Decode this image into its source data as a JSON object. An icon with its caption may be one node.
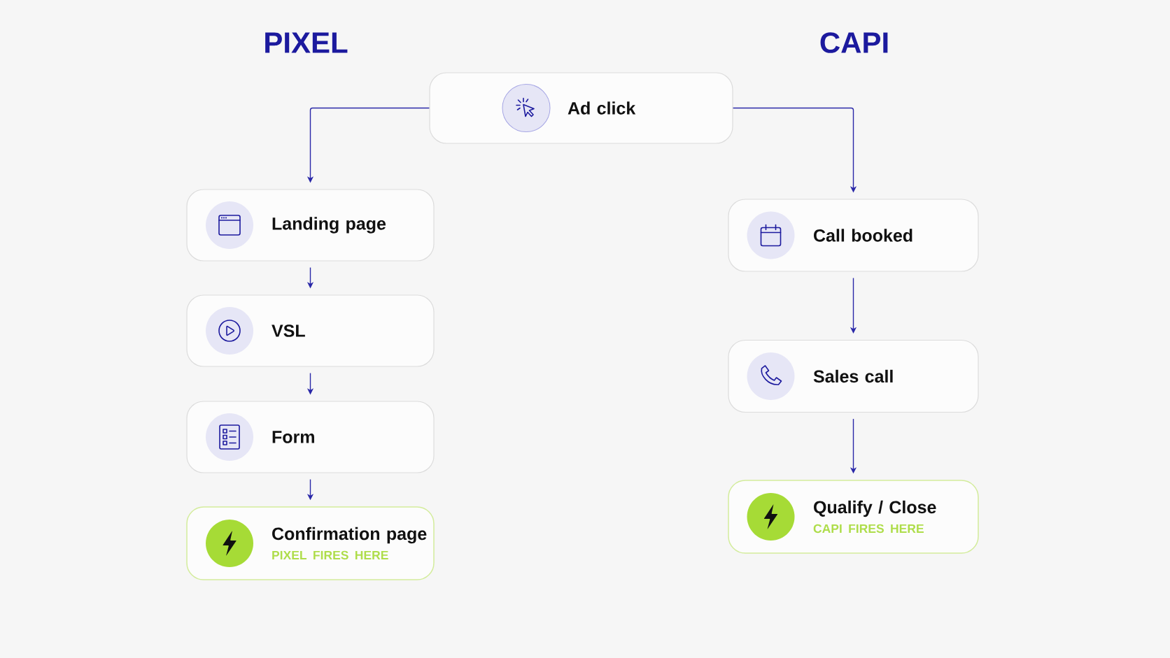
{
  "diagram": {
    "nodes": [
      {
        "text": [
          "Ad click"
        ]
      },
      {
        "text": [
          "Landing page"
        ]
      },
      {
        "text": [
          "VSL"
        ]
      },
      {
        "text": [
          "Form"
        ]
      },
      {
        "text": [
          "Confirmation page",
          "PIXEL FIRES HERE"
        ]
      },
      {
        "text": [
          "Call booked"
        ]
      },
      {
        "text": [
          "Sales call"
        ]
      },
      {
        "text": [
          "Qualify / Close",
          "CAPI FIRES HERE"
        ]
      }
    ],
    "edges": [
      {
        "from": 0,
        "to": 1,
        "arrow": "to"
      },
      {
        "from": 1,
        "to": 2,
        "arrow": "to"
      },
      {
        "from": 2,
        "to": 3,
        "arrow": "to"
      },
      {
        "from": 3,
        "to": 4,
        "arrow": "to"
      },
      {
        "from": 0,
        "to": 5,
        "arrow": "to"
      },
      {
        "from": 5,
        "to": 6,
        "arrow": "to"
      },
      {
        "from": 6,
        "to": 7,
        "arrow": "to"
      }
    ],
    "labels": [
      "PIXEL",
      "CAPI"
    ]
  }
}
